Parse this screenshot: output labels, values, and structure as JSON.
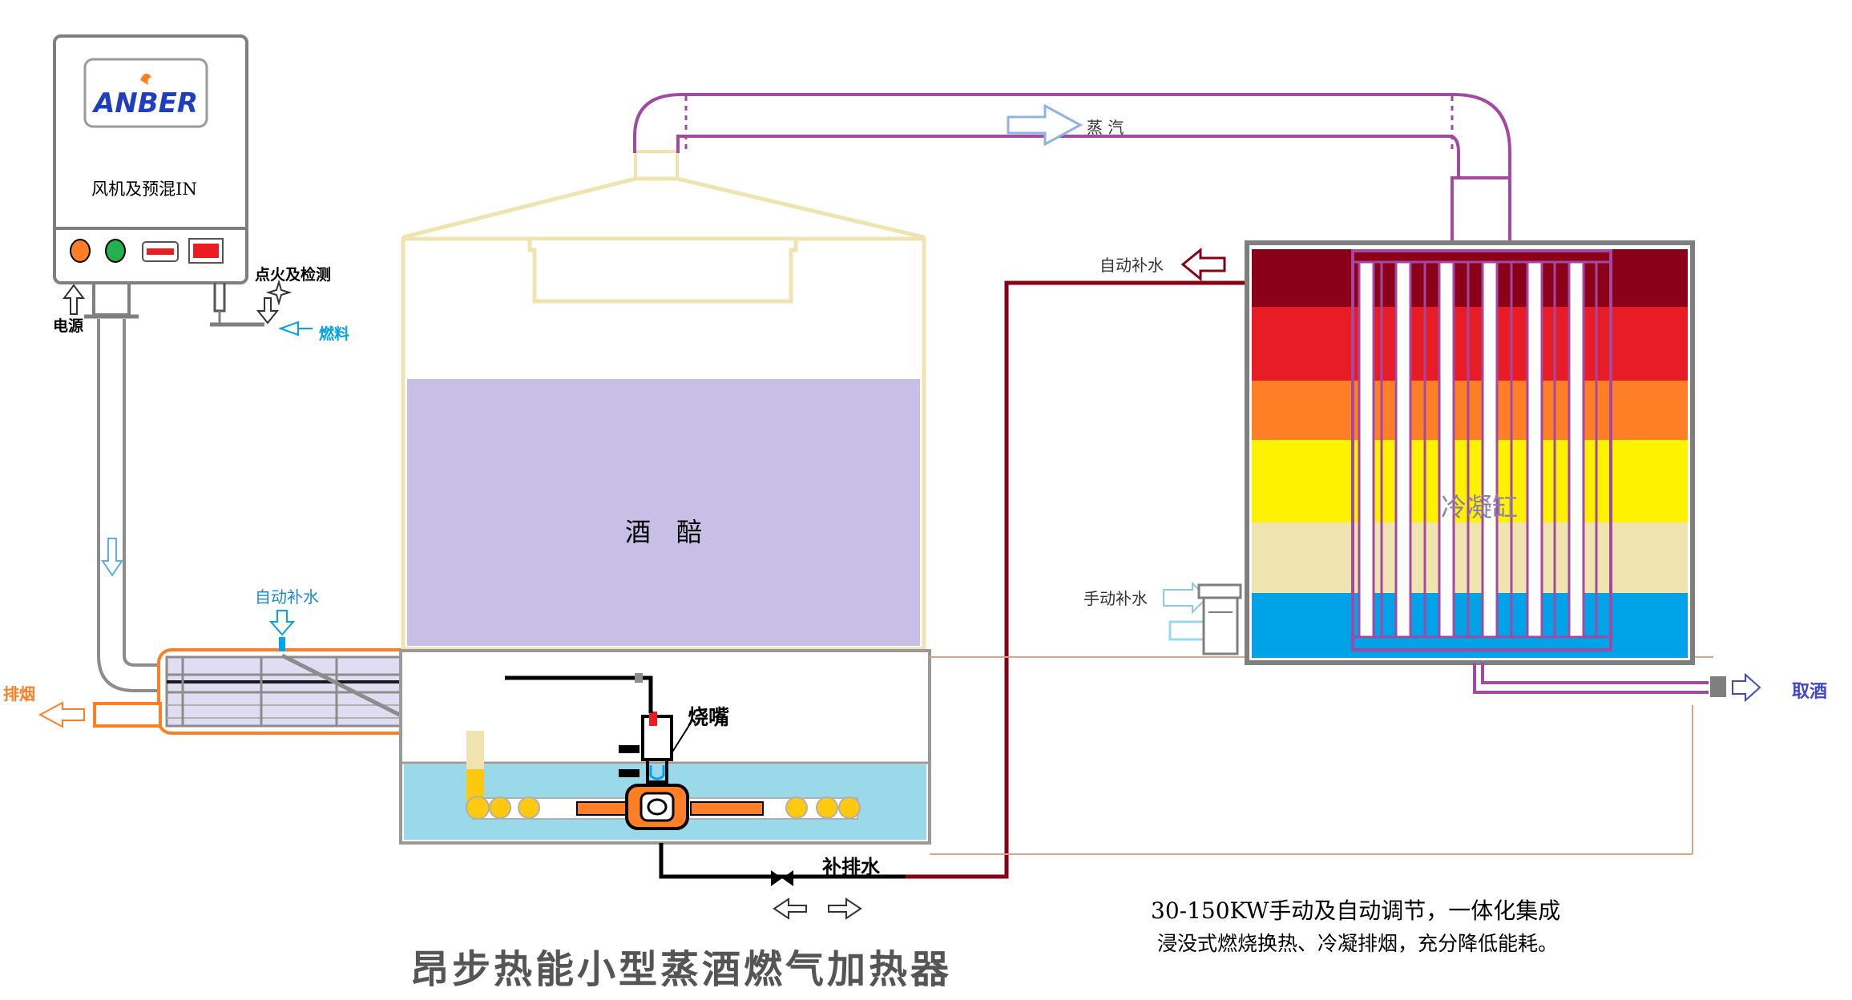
{
  "diagram": {
    "title": "昂步热能小型蒸酒燃气加热器",
    "brand": "ANBER",
    "features_line1": "30-150KW手动及自动调节，一体化集成",
    "features_line2": "浸没式燃烧换热、冷凝排烟，充分降低能耗。",
    "labels": {
      "fan_premix": "风机及预混IN",
      "power": "电源",
      "ignition": "点火及检测",
      "fuel": "燃料",
      "auto_water_left": "自动补水",
      "exhaust": "排烟",
      "burner": "烧嘴",
      "fill_drain": "补排水",
      "still": "酒　醅",
      "steam": "蒸 汽",
      "auto_water_right": "自动补水",
      "manual_water": "手动补水",
      "condenser": "冷凝缸",
      "take_liquor": "取酒"
    },
    "colors": {
      "condenser_bands": [
        "#8b0018",
        "#e81c24",
        "#ff7f27",
        "#fff200",
        "#efe4b0",
        "#00a2e8"
      ],
      "still_fill": "#c8bfe7",
      "water": "#99d9ea",
      "steam_pipe": "#a349a4",
      "return_pipe": "#880015",
      "exhaust": "#ff7f27",
      "ignition_blue": "#00a2e8"
    }
  }
}
